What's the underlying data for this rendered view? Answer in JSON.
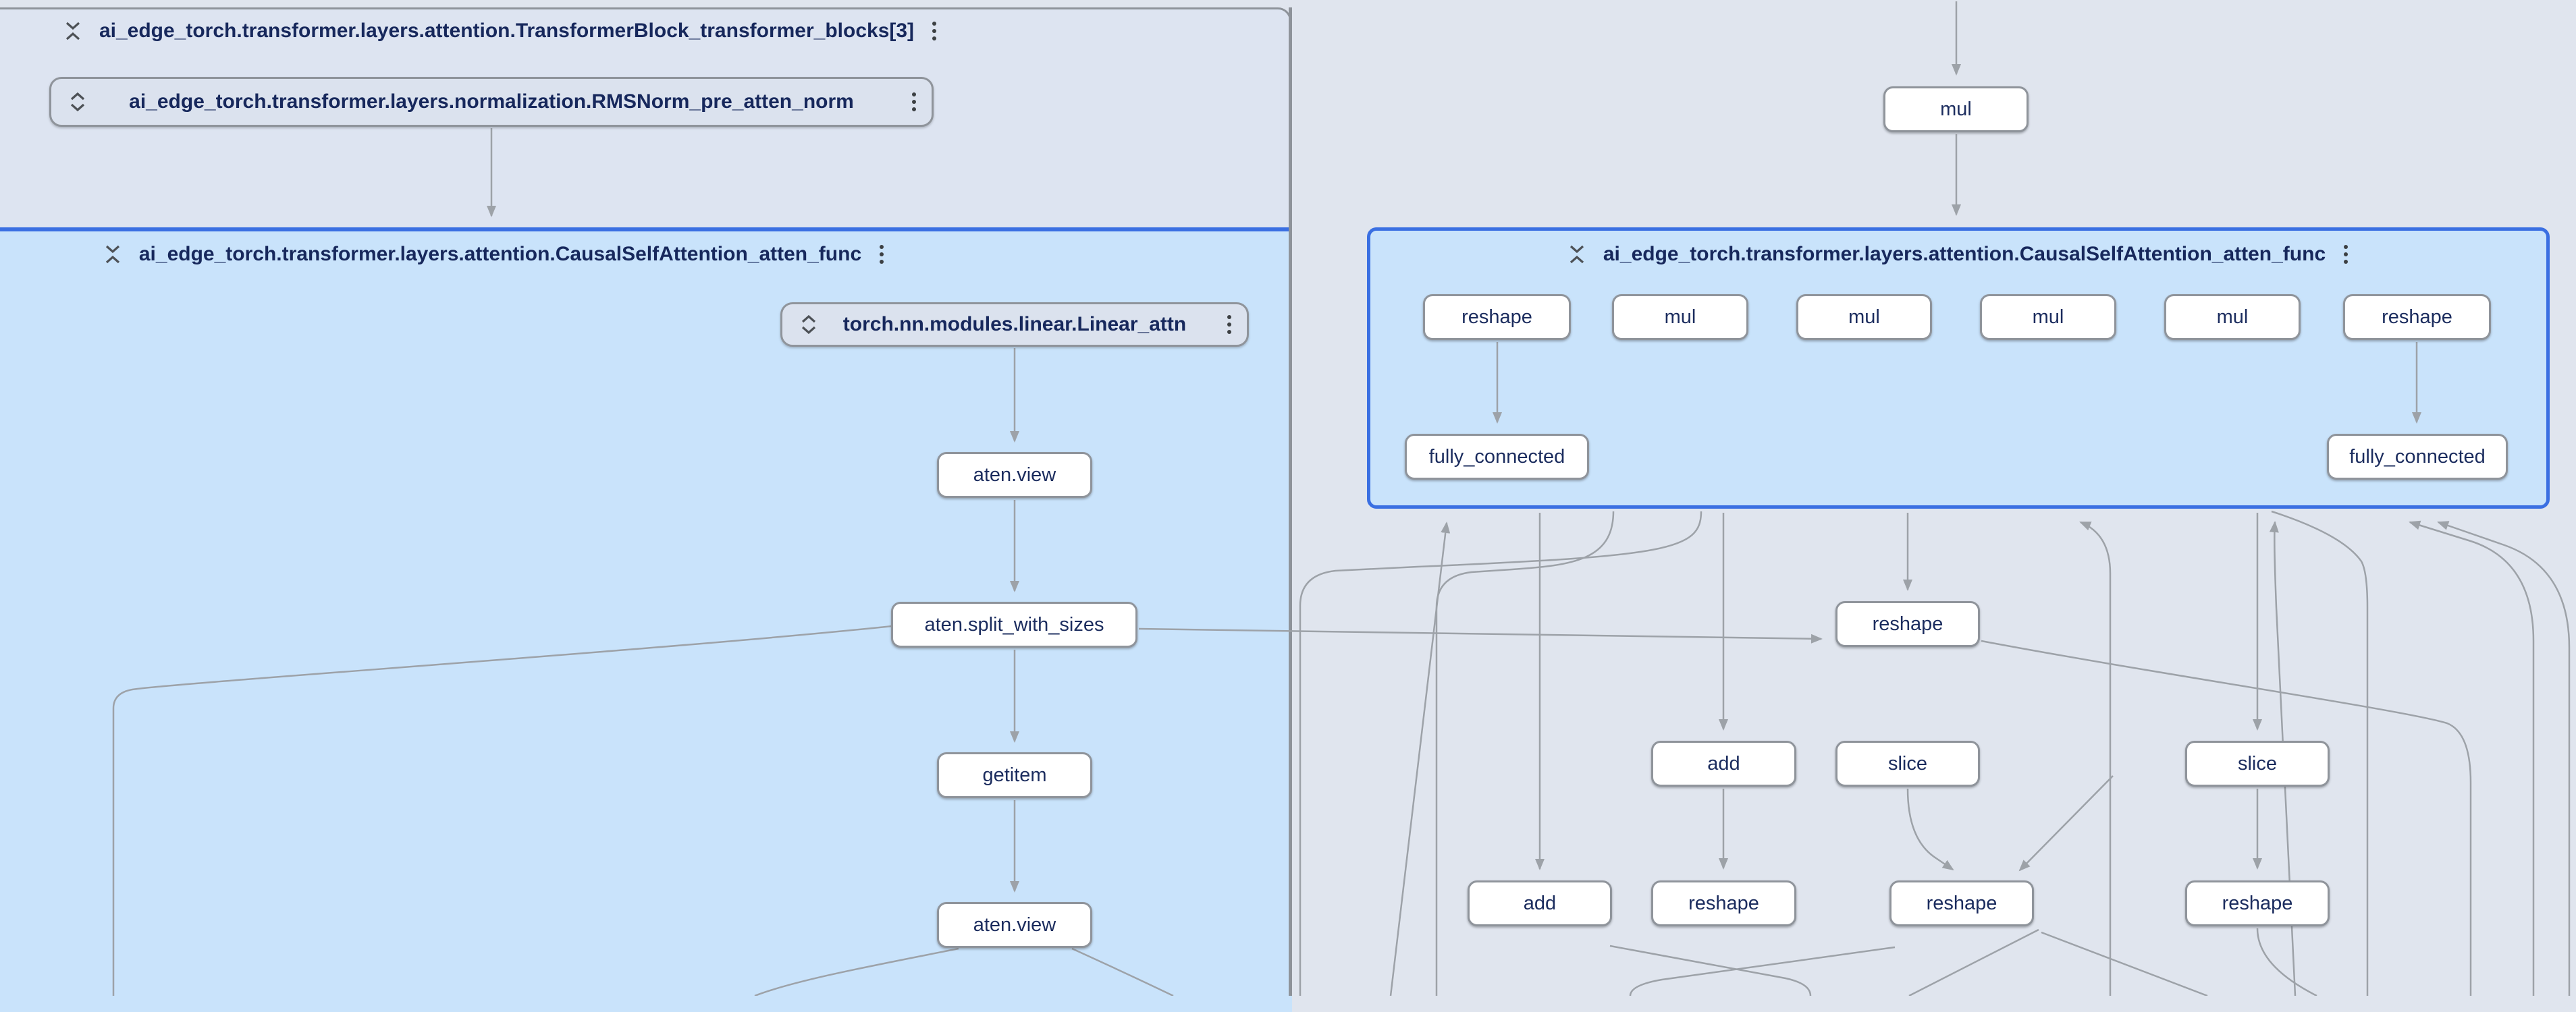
{
  "graph": {
    "groups": {
      "transformer_block": {
        "title": "ai_edge_torch.transformer.layers.attention.TransformerBlock_transformer_blocks[3]",
        "state": "expanded"
      },
      "causal_attn_left": {
        "title": "ai_edge_torch.transformer.layers.attention.CausalSelfAttention_atten_func",
        "state": "expanded-selected"
      },
      "causal_attn_right": {
        "title": "ai_edge_torch.transformer.layers.attention.CausalSelfAttention_atten_func",
        "state": "expanded-selected"
      }
    },
    "collapsed_nodes": {
      "rms_norm": {
        "label": "ai_edge_torch.transformer.layers.normalization.RMSNorm_pre_atten_norm"
      },
      "linear_attn": {
        "label": "torch.nn.modules.linear.Linear_attn"
      }
    },
    "op_nodes": [
      {
        "id": "aten_view_1",
        "label": "aten.view"
      },
      {
        "id": "aten_split",
        "label": "aten.split_with_sizes"
      },
      {
        "id": "getitem",
        "label": "getitem"
      },
      {
        "id": "aten_view_2",
        "label": "aten.view"
      },
      {
        "id": "mul_top",
        "label": "mul"
      },
      {
        "id": "attn_reshape_1",
        "label": "reshape"
      },
      {
        "id": "attn_mul_1",
        "label": "mul"
      },
      {
        "id": "attn_mul_2",
        "label": "mul"
      },
      {
        "id": "attn_mul_3",
        "label": "mul"
      },
      {
        "id": "attn_mul_4",
        "label": "mul"
      },
      {
        "id": "attn_reshape_2",
        "label": "reshape"
      },
      {
        "id": "fully_connected_left",
        "label": "fully_connected"
      },
      {
        "id": "fully_connected_right",
        "label": "fully_connected"
      },
      {
        "id": "below_reshape_a",
        "label": "reshape"
      },
      {
        "id": "below_add_1",
        "label": "add"
      },
      {
        "id": "below_slice_1",
        "label": "slice"
      },
      {
        "id": "below_slice_2",
        "label": "slice"
      },
      {
        "id": "below_add_2",
        "label": "add"
      },
      {
        "id": "below_reshape_b",
        "label": "reshape"
      },
      {
        "id": "below_reshape_c",
        "label": "reshape"
      },
      {
        "id": "below_reshape_d",
        "label": "reshape"
      }
    ],
    "colors": {
      "canvas_bg": "#e0e5ee",
      "expanded_group_bg": "#dde4f1",
      "selected_group_bg": "#c9e3fb",
      "selected_group_border": "#3a6fe2",
      "group_border": "#8e939a",
      "node_bg": "#ffffff",
      "node_border": "#8f949b",
      "edge": "#9da2a8",
      "label_text": "#17285c"
    },
    "icons": {
      "collapse": "collapse-icon",
      "expand": "expand-icon",
      "menu": "overflow-menu-icon"
    }
  }
}
